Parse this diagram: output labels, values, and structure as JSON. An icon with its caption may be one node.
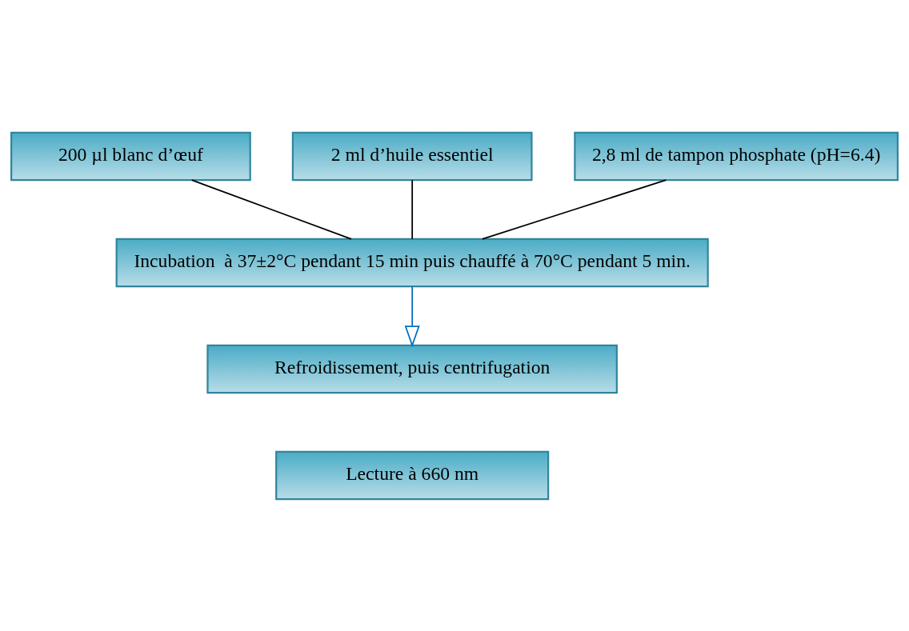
{
  "diagram": {
    "nodes": [
      {
        "text": [
          "200 µl blanc d’œuf"
        ]
      },
      {
        "text": [
          "2 ml d’huile essentiel"
        ]
      },
      {
        "text": [
          "2,8 ml de tampon phosphate (pH=6.4)"
        ]
      },
      {
        "text": [
          "Incubation  à 37±2°C pendant 15 min puis chauffé à 70°C pendant 5 min."
        ]
      },
      {
        "text": [
          "Refroidissement, puis centrifugation"
        ]
      },
      {
        "text": [
          "Lecture à 660 nm"
        ]
      }
    ],
    "edges": [
      {
        "from": 0,
        "to": 3,
        "arrow": "none"
      },
      {
        "from": 1,
        "to": 3,
        "arrow": "none"
      },
      {
        "from": 2,
        "to": 3,
        "arrow": "none"
      },
      {
        "from": 3,
        "to": 4,
        "arrow": "to",
        "color": "#0070c0"
      }
    ]
  }
}
